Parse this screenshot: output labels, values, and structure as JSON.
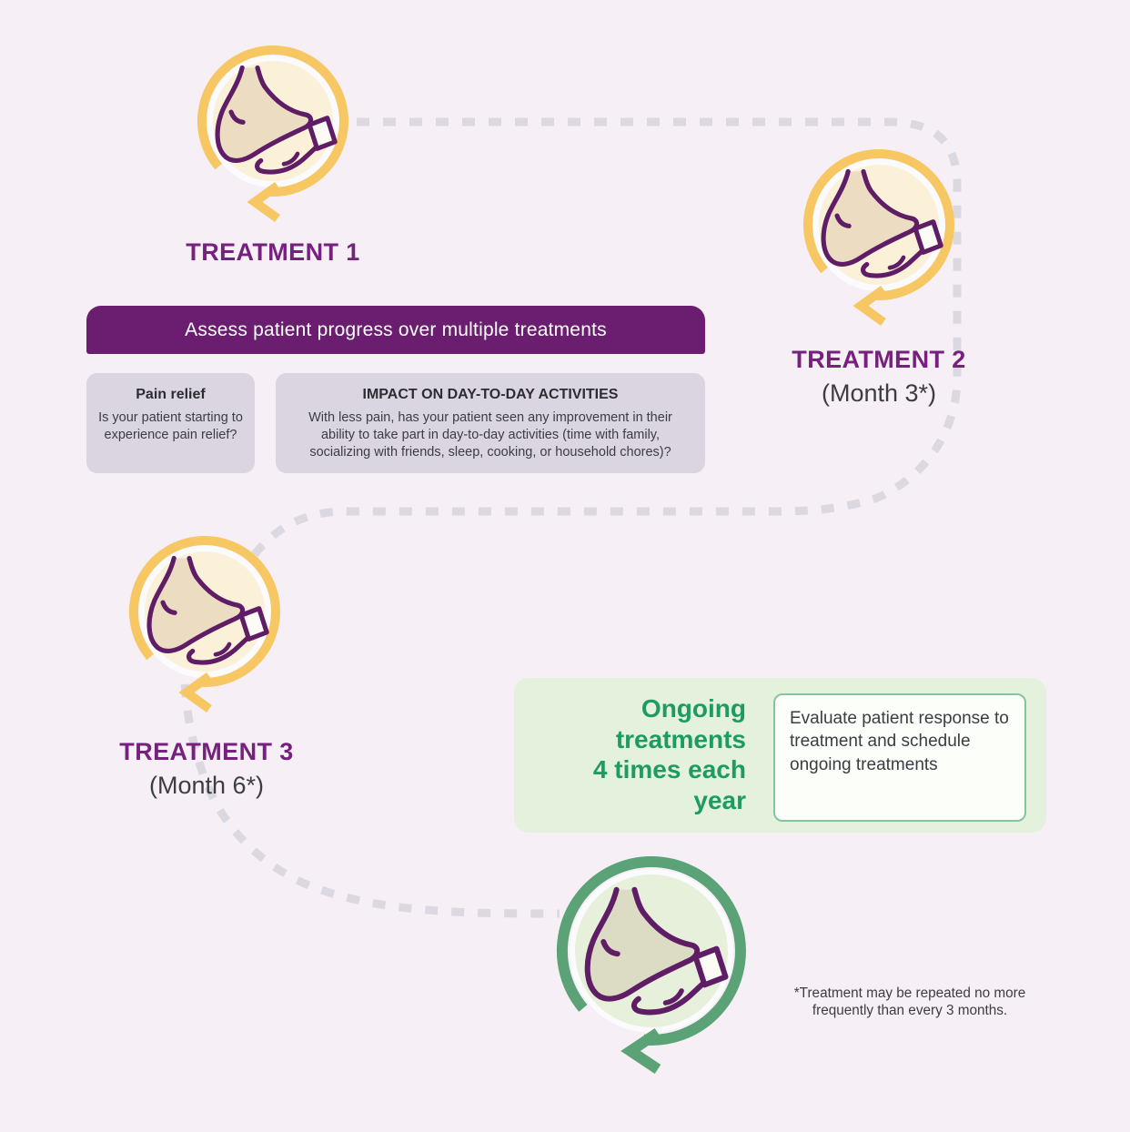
{
  "colors": {
    "bg": "#F6F0F6",
    "dash": "#DCD8E1",
    "ring-yellow": "#F7C764",
    "fill-cream": "#FBF0D8",
    "ring-green": "#5CA277",
    "fill-green": "#E7F0DB",
    "icon-purple": "#5F1D66",
    "label-purple": "#76217E",
    "header-bg": "#6B1E70",
    "header-text": "#FFFFFF",
    "gray-card-bg": "#DAD5E0",
    "dark-text": "#3C3C42",
    "green-panel-bg": "#E4F1DD",
    "green-text": "#1E9B63",
    "card-border": "#85C49C",
    "card-bg": "#FCFEFA"
  },
  "treatments": [
    {
      "label": "TREATMENT 1",
      "sub": ""
    },
    {
      "label": "TREATMENT 2",
      "sub": "(Month 3*)"
    },
    {
      "label": "TREATMENT 3",
      "sub": "(Month 6*)"
    }
  ],
  "assessment": {
    "header": "Assess patient progress over multiple treatments",
    "cards": [
      {
        "title": "Pain relief",
        "body": "Is your patient starting to experience pain relief?"
      },
      {
        "title": "IMPACT ON DAY-TO-DAY ACTIVITIES",
        "body": "With less pain, has your patient seen any improvement in their ability to take part in day-to-day activities (time with family, socializing with friends, sleep, cooking, or household chores)?"
      }
    ]
  },
  "ongoing": {
    "heading_lines": [
      "Ongoing",
      "treatments",
      "4 times each",
      "year"
    ],
    "card_text": "Evaluate patient response to treatment and schedule ongoing treatments"
  },
  "footnote_lines": [
    "*Treatment may be repeated no more",
    "frequently than every 3 months."
  ],
  "icons": {
    "badge": "foot-in-hand-icon",
    "ring": "circular-repeat-arrow-icon"
  }
}
